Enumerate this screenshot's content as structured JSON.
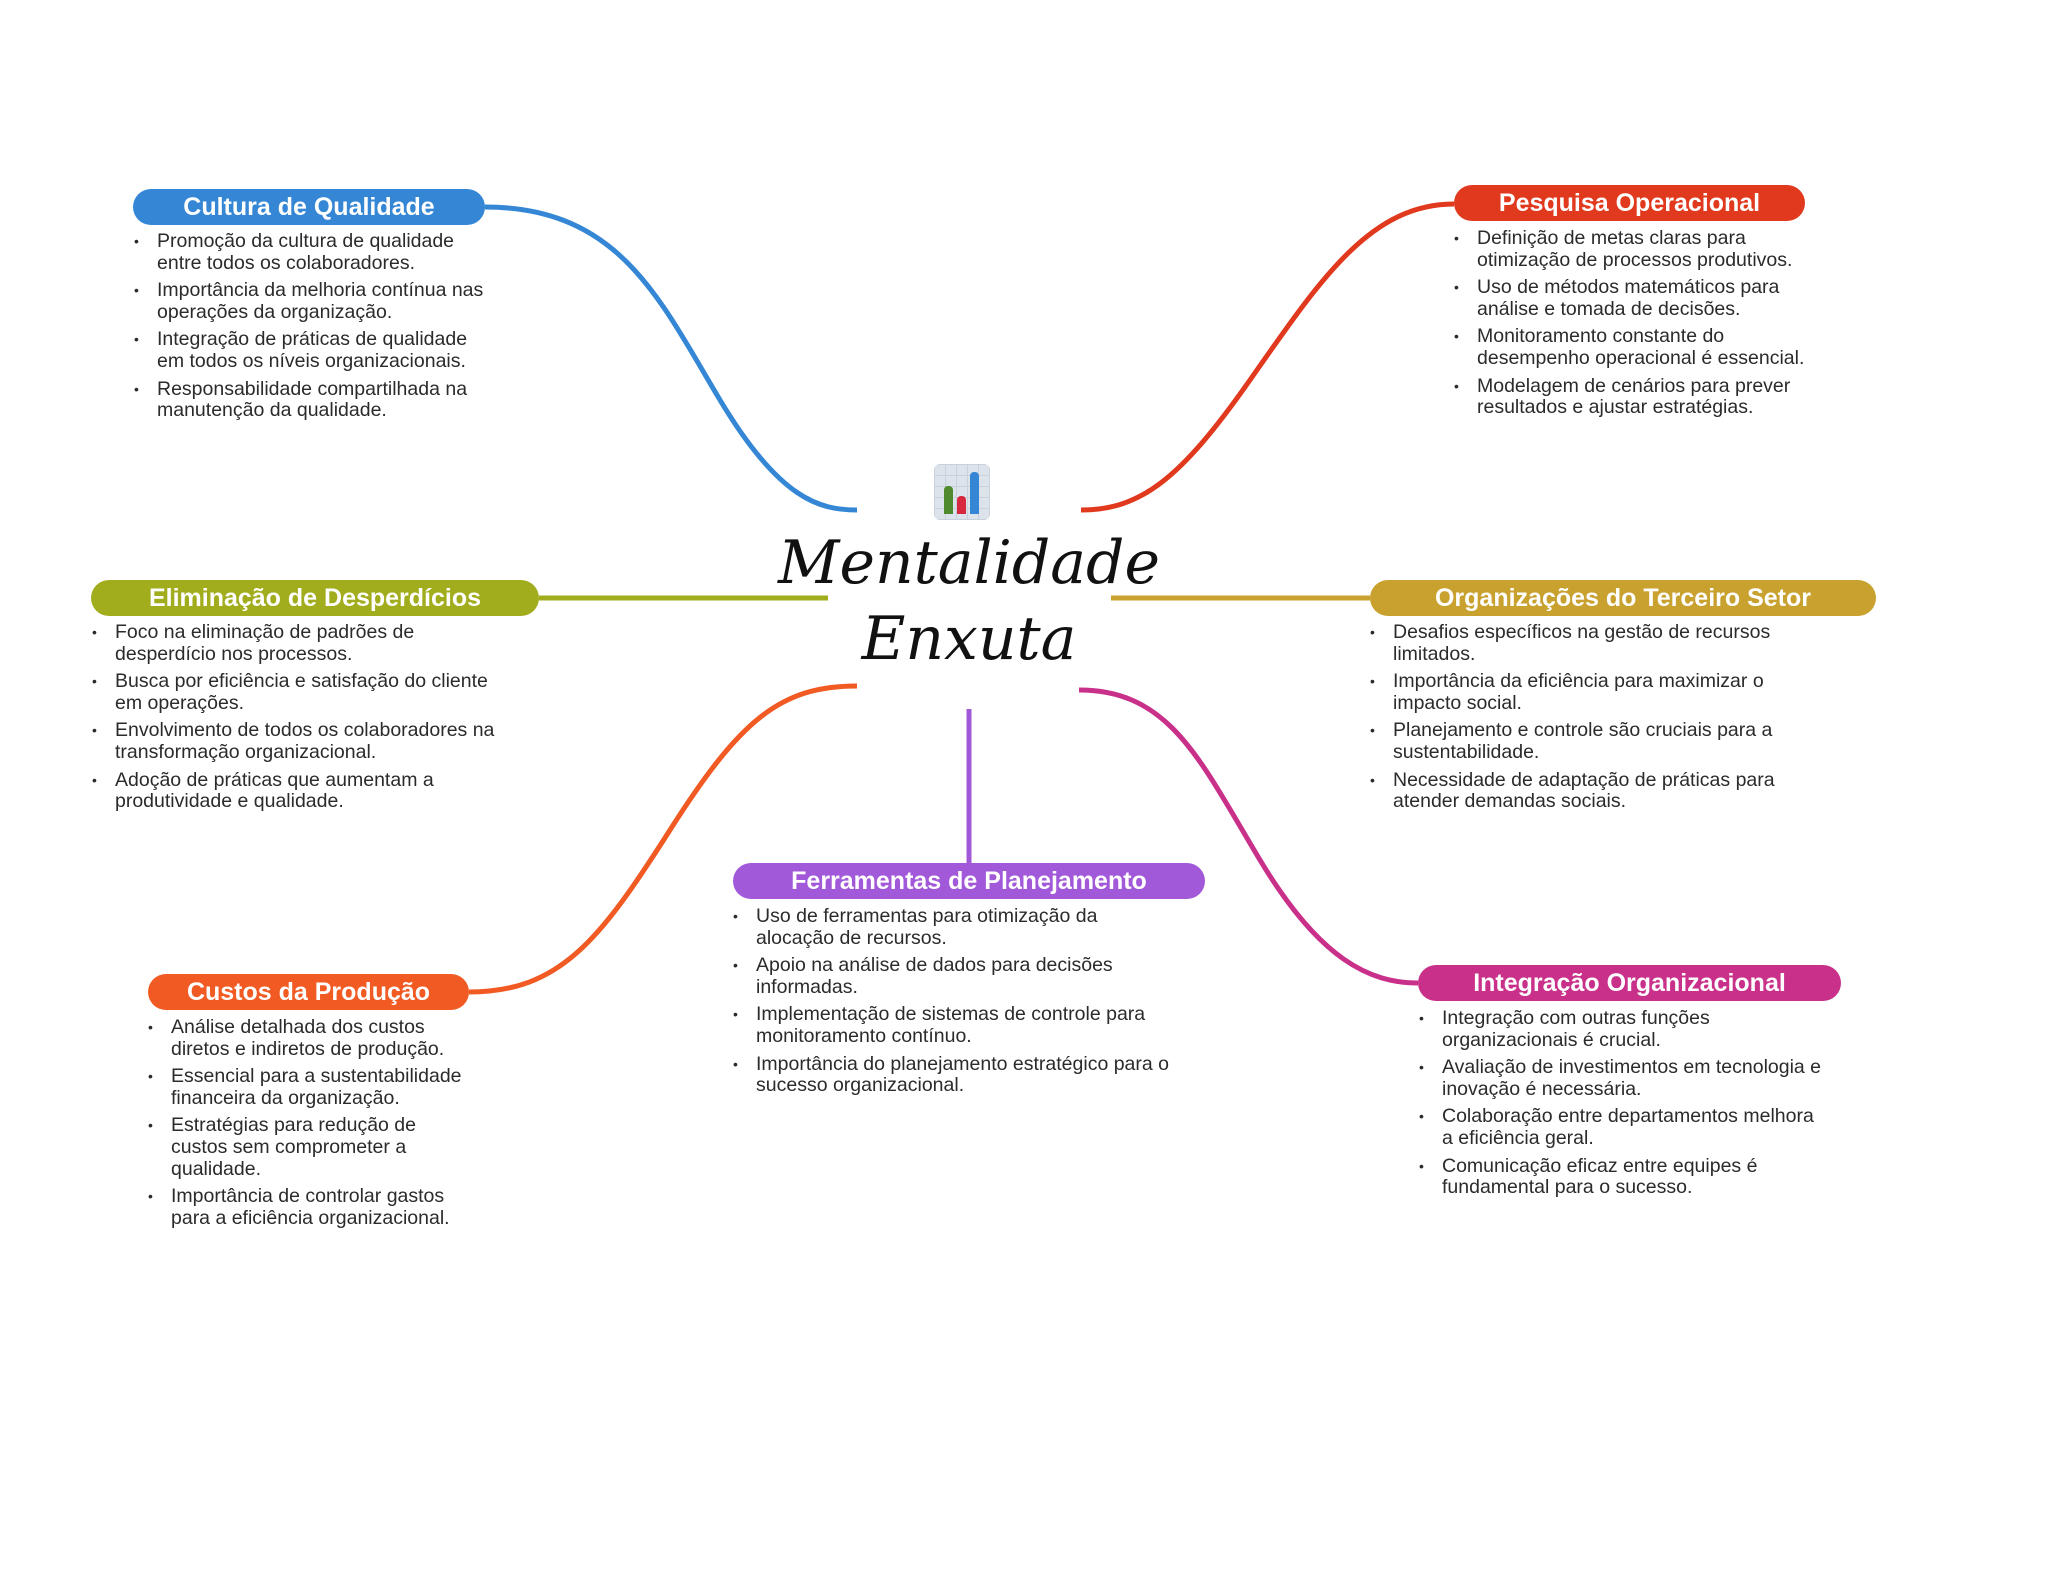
{
  "center": {
    "icon": "bar-chart-icon",
    "title_line1": "Mentalidade",
    "title_line2": "Enxuta"
  },
  "colors": {
    "blue": "#3587d6",
    "red": "#e0391e",
    "green": "#a2ad1e",
    "gold": "#c9a12f",
    "orange": "#f15a22",
    "purple": "#a259d9",
    "magenta": "#c9308a"
  },
  "branches": [
    {
      "title": "Cultura de Qualidade",
      "items": [
        "Promoção da cultura de qualidade entre todos os colaboradores.",
        "Importância da melhoria contínua nas operações da organização.",
        "Integração de práticas de qualidade em todos os níveis organizacionais.",
        "Responsabilidade compartilhada na manutenção da qualidade."
      ]
    },
    {
      "title": "Pesquisa Operacional",
      "items": [
        "Definição de metas claras para otimização de processos produtivos.",
        "Uso de métodos matemáticos para análise e tomada de decisões.",
        "Monitoramento constante do desempenho operacional é essencial.",
        "Modelagem de cenários para prever resultados e ajustar estratégias."
      ]
    },
    {
      "title": "Eliminação de Desperdícios",
      "items": [
        "Foco na eliminação de padrões de desperdício nos processos.",
        "Busca por eficiência e satisfação do cliente em operações.",
        "Envolvimento de todos os colaboradores na transformação organizacional.",
        "Adoção de práticas que aumentam a produtividade e qualidade."
      ]
    },
    {
      "title": "Organizações do Terceiro Setor",
      "items": [
        "Desafios específicos na gestão de recursos limitados.",
        "Importância da eficiência para maximizar o impacto social.",
        "Planejamento e controle são cruciais para a sustentabilidade.",
        "Necessidade de adaptação de práticas para atender demandas sociais."
      ]
    },
    {
      "title": "Ferramentas de Planejamento",
      "items": [
        "Uso de ferramentas para otimização da alocação de recursos.",
        "Apoio na análise de dados para decisões informadas.",
        "Implementação de sistemas de controle para monitoramento contínuo.",
        "Importância do planejamento estratégico para o sucesso organizacional."
      ]
    },
    {
      "title": "Custos da Produção",
      "items": [
        "Análise detalhada dos custos diretos e indiretos de produção.",
        "Essencial para a sustentabilidade financeira da organização.",
        "Estratégias para redução de custos sem comprometer a qualidade.",
        "Importância de controlar gastos para a eficiência organizacional."
      ]
    },
    {
      "title": "Integração Organizacional",
      "items": [
        "Integração com outras funções organizacionais é crucial.",
        "Avaliação de investimentos em tecnologia e inovação é necessária.",
        "Colaboração entre departamentos melhora a eficiência geral.",
        "Comunicação eficaz entre equipes é fundamental para o sucesso."
      ]
    }
  ]
}
